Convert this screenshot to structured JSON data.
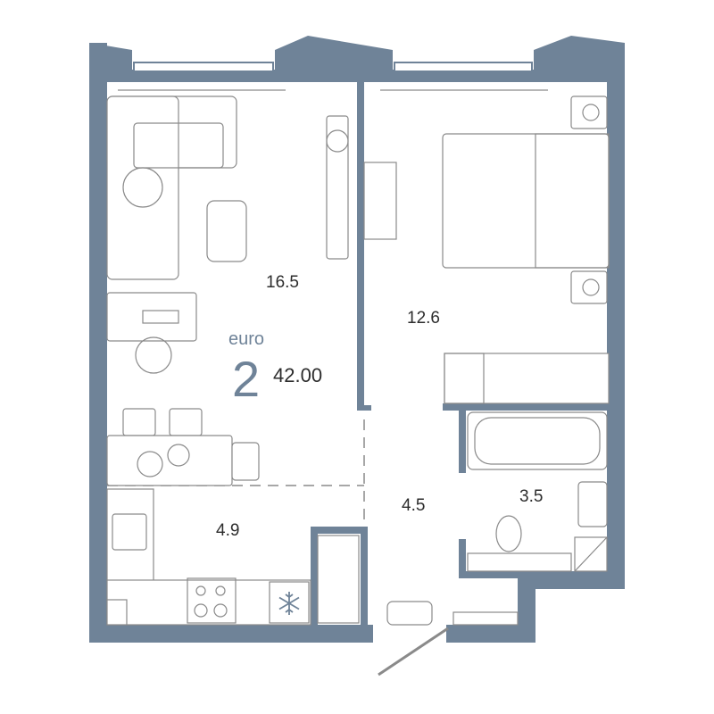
{
  "plan": {
    "euro_label": "euro",
    "room_count": "2",
    "total_area": "42.00",
    "rooms": [
      {
        "id": "living",
        "area": "16.5"
      },
      {
        "id": "bedroom",
        "area": "12.6"
      },
      {
        "id": "kitchen",
        "area": "4.9"
      },
      {
        "id": "hall",
        "area": "4.5"
      },
      {
        "id": "bathroom",
        "area": "3.5"
      }
    ],
    "icons": [
      "snowflake-icon"
    ],
    "colors": {
      "wall": "#6f8398",
      "furniture": "#8a8a8a",
      "text": "#2d2d2d"
    }
  }
}
